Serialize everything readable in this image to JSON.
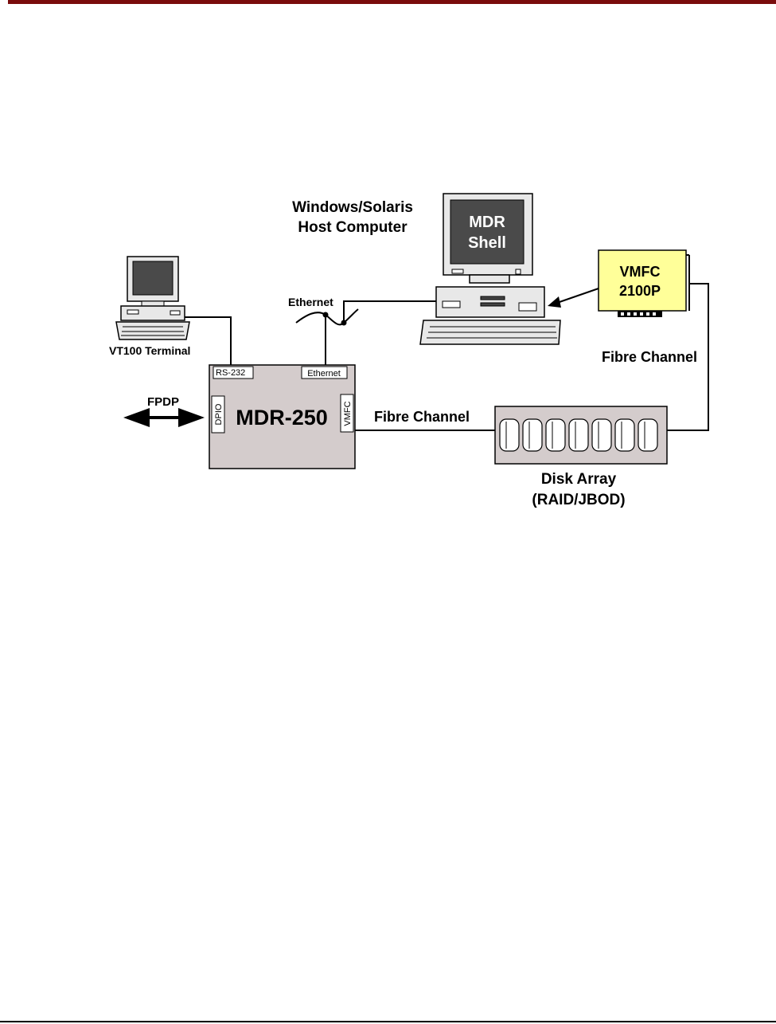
{
  "labels": {
    "host_title_line1": "Windows/Solaris",
    "host_title_line2": "Host Computer",
    "host_screen_line1": "MDR",
    "host_screen_line2": "Shell",
    "ethernet_network": "Ethernet",
    "vt100": "VT100 Terminal",
    "fpdp": "FPDP",
    "rs232_port": "RS-232",
    "ethernet_port": "Ethernet",
    "dpio_port": "DPIO",
    "vmfc_port": "VMFC",
    "mdr_unit": "MDR-250",
    "fibre_channel_link": "Fibre Channel",
    "fibre_channel_right": "Fibre Channel",
    "vmfc_card_line1": "VMFC",
    "vmfc_card_line2": "2100P",
    "disk_array_line1": "Disk Array",
    "disk_array_line2": "(RAID/JBOD)"
  },
  "colors": {
    "header_rule": "#7a0c0c",
    "mdr_box_fill": "#d4cccc",
    "vmfc_card_fill": "#ffff99",
    "disk_array_fill": "#d4cccc",
    "screen_fill": "#4a4a4a"
  }
}
